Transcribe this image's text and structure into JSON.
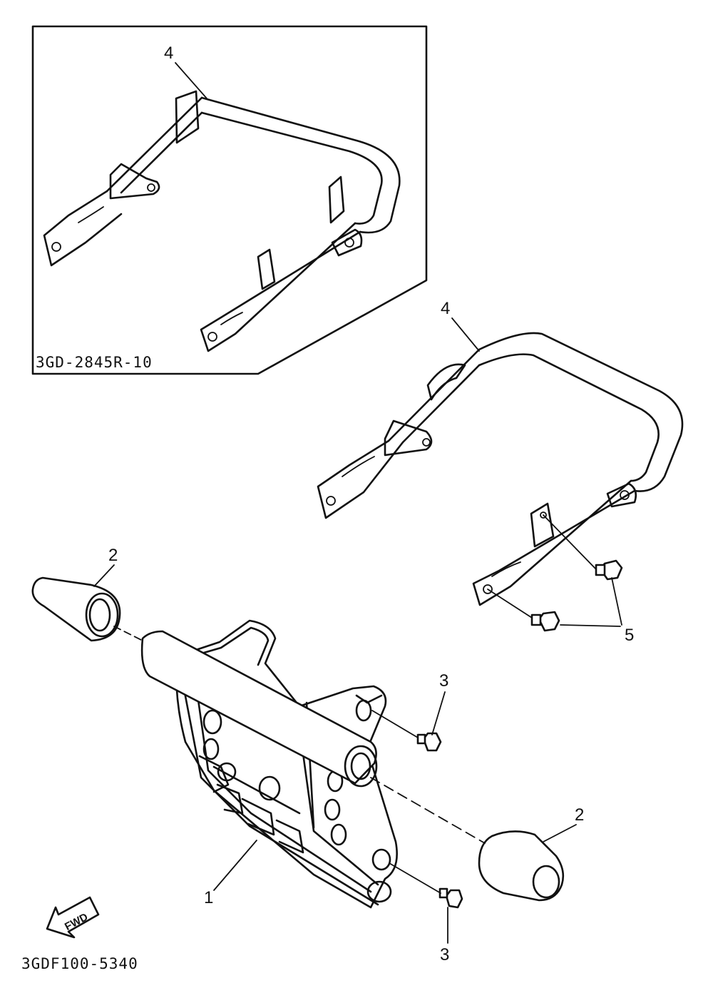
{
  "inset": {
    "part_code": "3GD-2845R-10",
    "callout": "4"
  },
  "callouts": {
    "guard": "4",
    "bumper_left": "2",
    "bumper_right": "2",
    "bolt_top": "3",
    "bolt_bottom": "3",
    "bolts_pair": "5",
    "bracket": "1"
  },
  "fwd_arrow": "FWD",
  "diagram_code": "3GDF100-5340"
}
